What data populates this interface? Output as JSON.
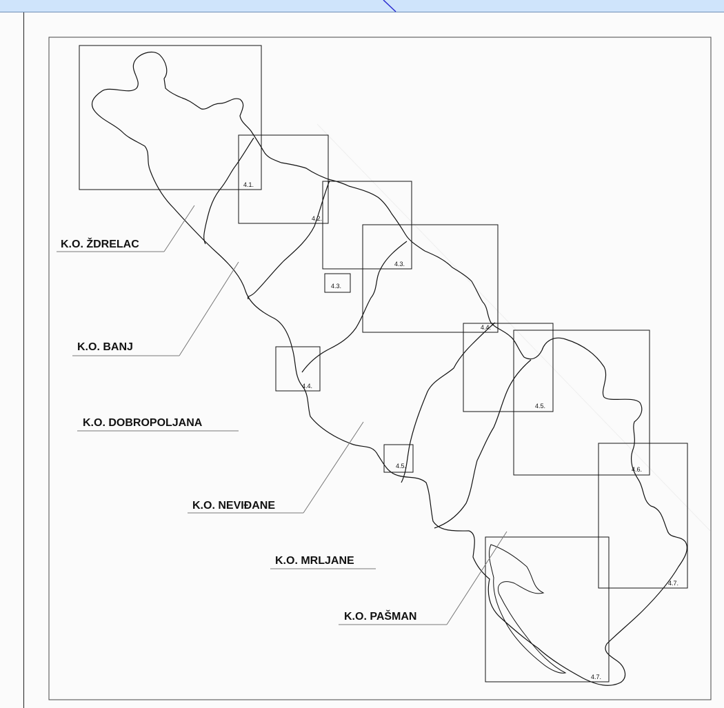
{
  "map": {
    "cadastral_labels": {
      "zdrelac": "K.O. ŽDRELAC",
      "banj": "K.O. BANJ",
      "dobropoljana": "K.O. DOBROPOLJANA",
      "nevidjane": "K.O. NEVIĐANE",
      "mrljane": "K.O. MRLJANE",
      "pasman": "K.O. PAŠMAN"
    },
    "tile_labels": {
      "t41": "4.1.",
      "t42": "4.2.",
      "t43a": "4.3.",
      "t43b": "4.3.",
      "t44a": "4.4.",
      "t44b": "4.4.",
      "t45a": "4.5.",
      "t45b": "4.5.",
      "t46": "4.6.",
      "t47a": "4.7.",
      "t47b": "4.7."
    },
    "colors": {
      "line": "#111111",
      "thin_line": "#777777",
      "header": "#cfe4fb",
      "header_accent": "#2a2ad0"
    }
  }
}
